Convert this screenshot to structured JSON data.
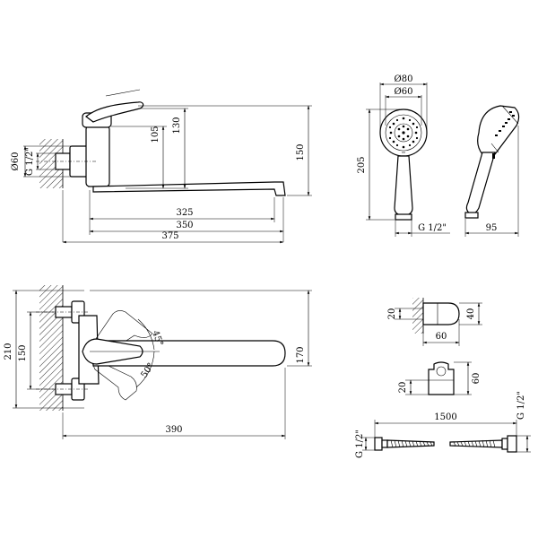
{
  "dimensions": {
    "d60_left": "Ø60",
    "g_half_left": "G 1/2\"",
    "h105": "105",
    "h130": "130",
    "h150_right": "150",
    "w325": "325",
    "w350": "350",
    "w375": "375",
    "d80": "Ø80",
    "d60_head": "Ø60",
    "h205": "205",
    "g_half_handshower": "G 1/2\"",
    "w95": "95",
    "h210": "210",
    "h150_front": "150",
    "angle45": "45°",
    "angle50": "50°",
    "h170": "170",
    "w390": "390",
    "holder_20_top": "20",
    "holder_40": "40",
    "holder_60_w": "60",
    "holder_20_bottom": "20",
    "holder_60_h": "60",
    "hose_1500": "1500",
    "hose_g_left": "G 1/2\"",
    "hose_g_right": "G 1/2\""
  }
}
